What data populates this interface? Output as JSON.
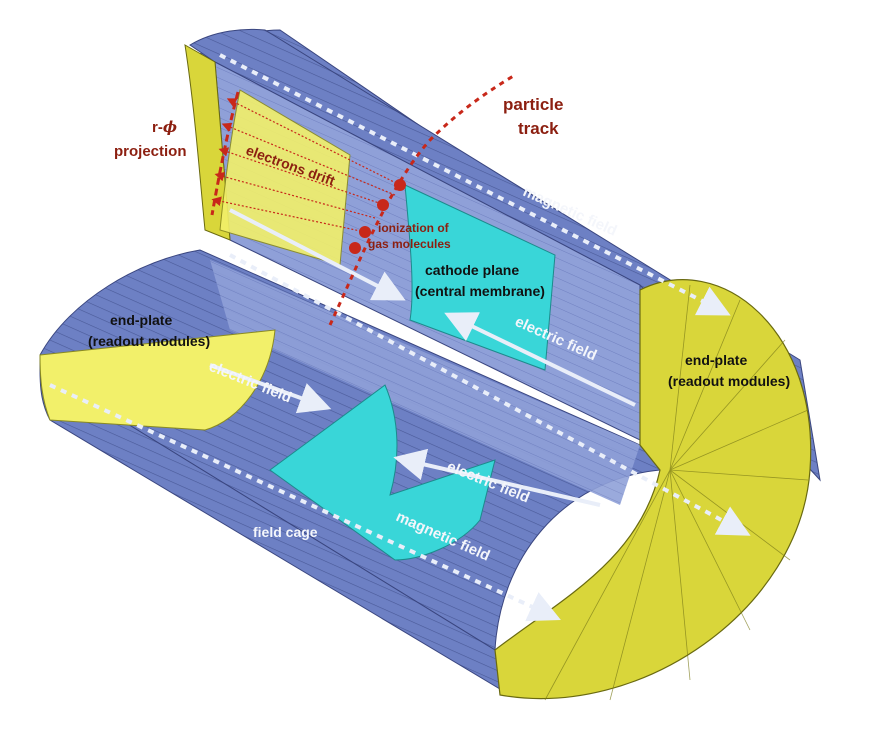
{
  "labels": {
    "r_phi_projection": [
      "r-",
      "ϕ",
      "projection"
    ],
    "particle_track": [
      "particle",
      "track"
    ],
    "electrons_drift": "electrons drift",
    "ionization": [
      "ionization of",
      "gas molecules"
    ],
    "magnetic_field_top": "magnetic field",
    "cathode_plane": [
      "cathode plane",
      "(central membrane)"
    ],
    "electric_field_right": "electric field",
    "end_plate_left": [
      "end-plate",
      "(readout modules)"
    ],
    "electric_field_left": "electric field",
    "end_plate_right": [
      "end-plate",
      "(readout modules)"
    ],
    "electric_field_bottom": "electric field",
    "magnetic_field_bottom": "magnetic field",
    "field_cage": "field cage"
  },
  "colors": {
    "barrel_blue": "#6d80c4",
    "barrel_dark": "#4a5a98",
    "end_plate_yellow": "#d9d63a",
    "readout_yellow": "#f2f06a",
    "membrane_cyan": "#39d6d8",
    "track_red": "#c8281a",
    "label_red": "#8c1f10"
  },
  "icons": {
    "field_arrow": "arrow-icon",
    "ionization_point": "ionization-dot-icon"
  }
}
